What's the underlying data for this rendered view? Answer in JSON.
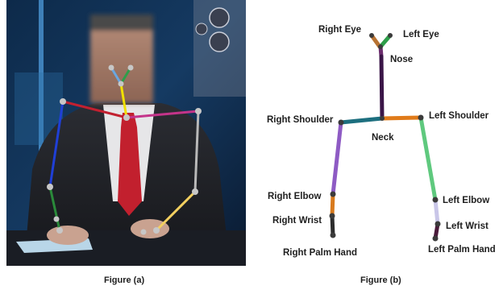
{
  "figure_a": {
    "caption": "Figure (a)"
  },
  "figure_b": {
    "caption": "Figure (b)",
    "labels": {
      "right_eye": "Right Eye",
      "left_eye": "Left Eye",
      "nose": "Nose",
      "neck": "Neck",
      "right_shoulder": "Right Shoulder",
      "left_shoulder": "Left Shoulder",
      "right_elbow": "Right Elbow",
      "left_elbow": "Left Elbow",
      "right_wrist": "Right Wrist",
      "left_wrist": "Left Wrist",
      "right_palm_hand": "Right Palm Hand",
      "left_palm_hand": "Left Palm Hand"
    }
  },
  "colors": {
    "eye_right": "#b87333",
    "eye_left": "#2e9e4a",
    "nose_neck": "#3a1547",
    "nose_stem": "#6c2d6e",
    "neck_right_shoulder": "#1d6f7f",
    "neck_left_shoulder": "#e07b1a",
    "right_upper_arm": "#8e5bc4",
    "right_forearm": "#d87a1d",
    "right_hand": "#2d2d2d",
    "left_upper_arm": "#5fc97e",
    "left_forearm": "#c9c6e8",
    "left_hand": "#4a1a3a",
    "photo_right_arm": "#1f3fd6",
    "photo_right_forearm": "#2a8a3a",
    "photo_left_arm": "#b9b9b9",
    "photo_left_forearm": "#f3d060",
    "photo_shoulder_right": "#c22030",
    "photo_shoulder_left": "#c4348a",
    "photo_neck": "#f0e000"
  }
}
